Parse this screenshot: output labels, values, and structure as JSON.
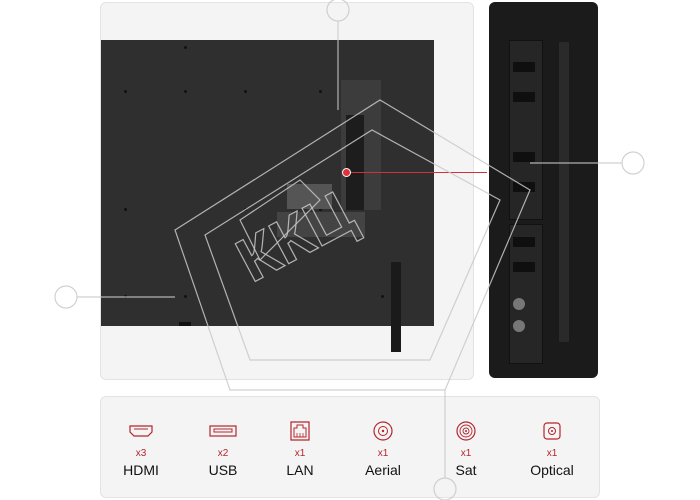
{
  "accent_color": "#b3262e",
  "ports": [
    {
      "icon": "hdmi-port-icon",
      "count": "x3",
      "name": "HDMI"
    },
    {
      "icon": "usb-port-icon",
      "count": "x2",
      "name": "USB"
    },
    {
      "icon": "lan-port-icon",
      "count": "x1",
      "name": "LAN"
    },
    {
      "icon": "aerial-port-icon",
      "count": "x1",
      "name": "Aerial"
    },
    {
      "icon": "sat-port-icon",
      "count": "x1",
      "name": "Sat"
    },
    {
      "icon": "optical-port-icon",
      "count": "x1",
      "name": "Optical"
    }
  ],
  "watermark": {
    "text": "ККЦ"
  }
}
